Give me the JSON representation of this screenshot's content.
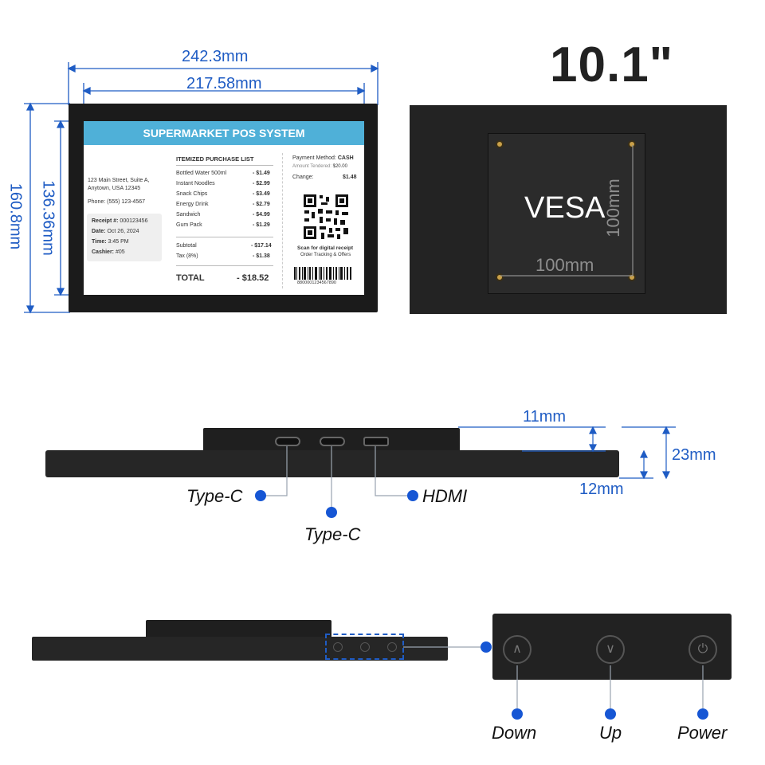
{
  "size_title": "10.1\"",
  "dimensions": {
    "overall_width": "242.3mm",
    "screen_width": "217.58mm",
    "overall_height": "160.8mm",
    "screen_height": "136.36mm",
    "vesa_h": "100mm",
    "vesa_v": "100mm",
    "depth_top": "11mm",
    "depth_total": "23mm",
    "depth_bottom": "12mm"
  },
  "vesa_label": "VESA",
  "screen": {
    "header": "SUPERMARKET POS SYSTEM",
    "address1": "123 Main Street, Suite A,",
    "address2": "Anytown, USA 12345",
    "phone": "Phone: (555) 123-4567",
    "receipt_label": "Receipt #:",
    "receipt_value": "000123456",
    "date_label": "Date:",
    "date_value": "Oct 26, 2024",
    "time_label": "Time:",
    "time_value": "3:45 PM",
    "cashier_label": "Cashier:",
    "cashier_value": "#05",
    "list_title": "ITEMIZED PURCHASE LIST",
    "items": [
      {
        "name": "Bottled Water 500ml",
        "price": "- $1.49"
      },
      {
        "name": "Instant Noodles",
        "price": "- $2.99"
      },
      {
        "name": "Snack Chips",
        "price": "- $3.49"
      },
      {
        "name": "Energy Drink",
        "price": "- $2.79"
      },
      {
        "name": "Sandwich",
        "price": "- $4.99"
      },
      {
        "name": "Gum Pack",
        "price": "- $1.29"
      }
    ],
    "subtotal_label": "Subtotal",
    "subtotal_value": "- $17.14",
    "tax_label": "Tax (8%)",
    "tax_value": "- $1.38",
    "total_label": "TOTAL",
    "total_value": "- $18.52",
    "payment_method_label": "Payment Method:",
    "payment_method_value": "CASH",
    "amount_tendered_label": "Amount Tendered:",
    "amount_tendered_value": "$20.00",
    "change_label": "Change:",
    "change_value": "$1.48",
    "scan_title": "Scan for digital receipt",
    "scan_sub": "Order Tracking & Offers",
    "barcode_number": "8800001234567890"
  },
  "ports": {
    "typec_left": "Type-C",
    "typec_middle": "Type-C",
    "hdmi": "HDMI"
  },
  "buttons": {
    "down": "Down",
    "up": "Up",
    "power": "Power"
  }
}
